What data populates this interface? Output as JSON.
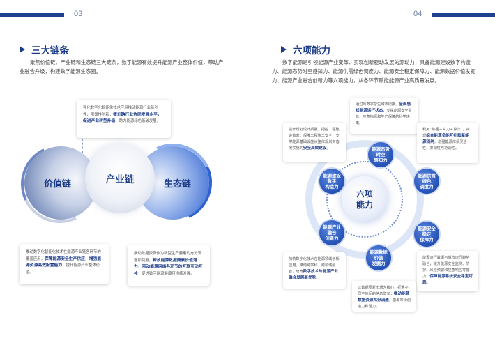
{
  "left_page": {
    "page_number": "03",
    "title": "三大链条",
    "intro": "聚焦价值链、产业链和生态链三大链条，数字能源有效提升能源产业整体价值，带动产业融合升级，构建数字能源生态圈。",
    "top_box": {
      "text_pre": "强化数字化智能化技术应用推动能源行业新创性，引领性创新，",
      "text_bold": "提升跨行业协同发展水平，促进产业转型升级",
      "text_post": "，助力能源绿色低碳发展。"
    },
    "circles": {
      "value": "价值链",
      "industry": "产业链",
      "eco": "生态链"
    },
    "bottom_left_box": {
      "text_pre": "推动数字化智能化技术在能源产业链各环节的覆盖应用，",
      "text_bold": "保障能源安全生产供应，增强能源资源高效配置能力",
      "text_post": "，提升能源产业整体价值。"
    },
    "bottom_right_box": {
      "text_pre": "推动数据资源作为新型生产要素的充分流通和使用，",
      "text_bold": "释放能源数据要素价值潜力，带动能源网络各环节的互联互动互补",
      "text_post": "，促进数字能源健康可持续发展。"
    }
  },
  "right_page": {
    "page_number": "04",
    "title": "六项能力",
    "intro": "数字能源是引领能源产业变革、实现创新驱动发展的源动力，具备能源建设数字构造力、能源态势时空感知力、能源供需绿色调度力、能源安全稳定保障力、能源数据价值发掘力、能源产业融合创新力等六项能力，从各环节赋能能源产业高质量发展。",
    "core": [
      "六项",
      "能力"
    ],
    "nodes": {
      "top": [
        "能源态势",
        "时空",
        "感知力"
      ],
      "upper_left": [
        "能源建设",
        "数字",
        "构造力"
      ],
      "upper_right": [
        "能源供需",
        "绿色",
        "调度力"
      ],
      "lower_left": [
        "能源产业",
        "融合",
        "创新力"
      ],
      "lower_right": [
        "能源安全",
        "稳定",
        "保障力"
      ],
      "bottom": [
        "能源数据",
        "价值",
        "发掘力"
      ]
    },
    "boxes": {
      "top": {
        "text_pre": "通过与数字孪生城市衔接，",
        "text_bold": "全面感知能源运行状态",
        "text_post": "，支撑能源安全监管、应急指挥和生产保障的科学决策。"
      },
      "upper_left": {
        "text_pre": "提升规划设计质量、把控工程建设效率，保障工程施工安全，支撑能源基础设施从整体规划到落地实施的",
        "text_bold": "安全高效建设",
        "text_post": "。"
      },
      "upper_right": {
        "text_pre": "利用“数据＋算力＋算法”，实现",
        "text_bold": "综合能源多能互补和新能源消纳",
        "text_post": "，增强能源体系灵活性、柔韧性与协调性。"
      },
      "lower_left": {
        "text_pre": "加快数字化技术在能源领域创新应用，推动跨学科、跨领域融合，培育",
        "text_bold": "数字技术与能源产业融合发展新优势",
        "text_post": "。"
      },
      "lower_right": {
        "text_pre": "能源运行数据与城市运行趋势融合，提升能源安全监测、防护、风险预警和应急响应等能力，",
        "text_bold": "保障能源系统安全稳定可靠",
        "text_post": "。"
      },
      "bottom": {
        "text_pre": "以数据要素市场为核心，打通不同主体间的信息壁垒，",
        "text_bold": "推动能源数据资源充分流通",
        "text_post": "，激发市场创造力和活力。"
      }
    }
  }
}
